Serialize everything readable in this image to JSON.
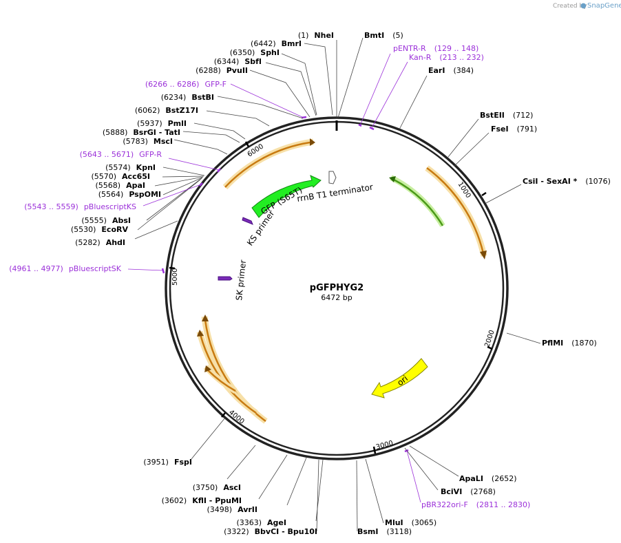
{
  "credit": {
    "created_by": "Created by",
    "brand": "SnapGene"
  },
  "plasmid": {
    "name": "pGFPHYG2",
    "length_label": "6472 bp",
    "length": 6472
  },
  "ticks": [
    {
      "label": "1000",
      "pos": 1000
    },
    {
      "label": "2000",
      "pos": 2000
    },
    {
      "label": "3000",
      "pos": 3000
    },
    {
      "label": "4000",
      "pos": 4000
    },
    {
      "label": "5000",
      "pos": 5000
    },
    {
      "label": "6000",
      "pos": 6000
    }
  ],
  "sites": [
    {
      "name": "NheI",
      "pos_text": "(1)",
      "pos": 1,
      "side": "left"
    },
    {
      "name": "BmtI",
      "pos_text": "(5)",
      "pos": 5,
      "side": "right"
    },
    {
      "name": "EarI",
      "pos_text": "(384)",
      "pos": 384,
      "side": "right"
    },
    {
      "name": "BstEII",
      "pos_text": "(712)",
      "pos": 712,
      "side": "right"
    },
    {
      "name": "FseI",
      "pos_text": "(791)",
      "pos": 791,
      "side": "right"
    },
    {
      "name": "CsiI",
      "name2": " - SexAI *",
      "pos_text": "(1076)",
      "pos": 1076,
      "side": "right"
    },
    {
      "name": "PflMI",
      "pos_text": "(1870)",
      "pos": 1870,
      "side": "right"
    },
    {
      "name": "ApaLI",
      "pos_text": "(2652)",
      "pos": 2652,
      "side": "right"
    },
    {
      "name": "BciVI",
      "pos_text": "(2768)",
      "pos": 2768,
      "side": "right"
    },
    {
      "name": "MluI",
      "pos_text": "(3065)",
      "pos": 3065,
      "side": "right"
    },
    {
      "name": "BsmI",
      "pos_text": "(3118)",
      "pos": 3118,
      "side": "right"
    },
    {
      "name": "AgeI",
      "pos_text": "(3363)",
      "pos": 3363,
      "side": "left"
    },
    {
      "name": "BbvCI",
      "name2": " - Bpu10I",
      "pos_text": "(3322)",
      "pos": 3322,
      "side": "left"
    },
    {
      "name": "AvrII",
      "pos_text": "(3498)",
      "pos": 3498,
      "side": "left"
    },
    {
      "name": "KflI",
      "name2": " - PpuMI",
      "pos_text": "(3602)",
      "pos": 3602,
      "side": "left"
    },
    {
      "name": "AscI",
      "pos_text": "(3750)",
      "pos": 3750,
      "side": "left"
    },
    {
      "name": "FspI",
      "pos_text": "(3951)",
      "pos": 3951,
      "side": "left"
    },
    {
      "name": "AhdI",
      "pos_text": "(5282)",
      "pos": 5282,
      "side": "left"
    },
    {
      "name": "EcoRV",
      "pos_text": "(5530)",
      "pos": 5530,
      "side": "left"
    },
    {
      "name": "AbsI",
      "pos_text": "(5555)",
      "pos": 5555,
      "side": "left"
    },
    {
      "name": "PspOMI",
      "pos_text": "(5564)",
      "pos": 5564,
      "side": "left"
    },
    {
      "name": "ApaI",
      "pos_text": "(5568)",
      "pos": 5568,
      "side": "left"
    },
    {
      "name": "Acc65I",
      "pos_text": "(5570)",
      "pos": 5570,
      "side": "left"
    },
    {
      "name": "KpnI",
      "pos_text": "(5574)",
      "pos": 5574,
      "side": "left"
    },
    {
      "name": "MscI",
      "pos_text": "(5783)",
      "pos": 5783,
      "side": "left"
    },
    {
      "name": "BsrGI",
      "name2": " - TatI",
      "pos_text": "(5888)",
      "pos": 5888,
      "side": "left"
    },
    {
      "name": "PmlI",
      "pos_text": "(5937)",
      "pos": 5937,
      "side": "left"
    },
    {
      "name": "BstZ17I",
      "pos_text": "(6062)",
      "pos": 6062,
      "side": "left"
    },
    {
      "name": "BstBI",
      "pos_text": "(6234)",
      "pos": 6234,
      "side": "left"
    },
    {
      "name": "PvuII",
      "pos_text": "(6288)",
      "pos": 6288,
      "side": "left"
    },
    {
      "name": "SbfI",
      "pos_text": "(6344)",
      "pos": 6344,
      "side": "left"
    },
    {
      "name": "SphI",
      "pos_text": "(6350)",
      "pos": 6350,
      "side": "left"
    },
    {
      "name": "BmrI",
      "pos_text": "(6442)",
      "pos": 6442,
      "side": "left"
    }
  ],
  "primers": [
    {
      "name": "pENTR-R",
      "range_text": "(129 .. 148)",
      "start": 129,
      "end": 148
    },
    {
      "name": "Kan-R",
      "range_text": "(213 .. 232)",
      "start": 213,
      "end": 232
    },
    {
      "name": "pBR322ori-F",
      "range_text": "(2811 .. 2830)",
      "start": 2811,
      "end": 2830
    },
    {
      "name": "pBluescriptSK",
      "range_text": "(4961 .. 4977)",
      "start": 4961,
      "end": 4977
    },
    {
      "name": "pBluescriptKS",
      "range_text": "(5543 .. 5559)",
      "start": 5543,
      "end": 5559
    },
    {
      "name": "GFP-R",
      "range_text": "(5643 .. 5671)",
      "start": 5643,
      "end": 5671
    },
    {
      "name": "GFP-F",
      "range_text": "(6266 .. 6286)",
      "start": 6266,
      "end": 6286
    }
  ],
  "features": [
    {
      "label": "GFP (S65T)",
      "color": "#22ee22",
      "kind": "gene"
    },
    {
      "label": "rrnB T1 terminator",
      "color": "#ffffff",
      "kind": "terminator"
    },
    {
      "label": "ori",
      "color": "#ffff00",
      "kind": "origin"
    },
    {
      "label": "KS primer",
      "color": "#7a2ab8",
      "kind": "primer-bind"
    },
    {
      "label": "SK primer",
      "color": "#7a2ab8",
      "kind": "primer-bind"
    }
  ],
  "colors": {
    "primer": "#9b30d9",
    "cds_unlabeled": "#e8a030",
    "misc_green": "#55aa22",
    "backbone": "#222222"
  }
}
